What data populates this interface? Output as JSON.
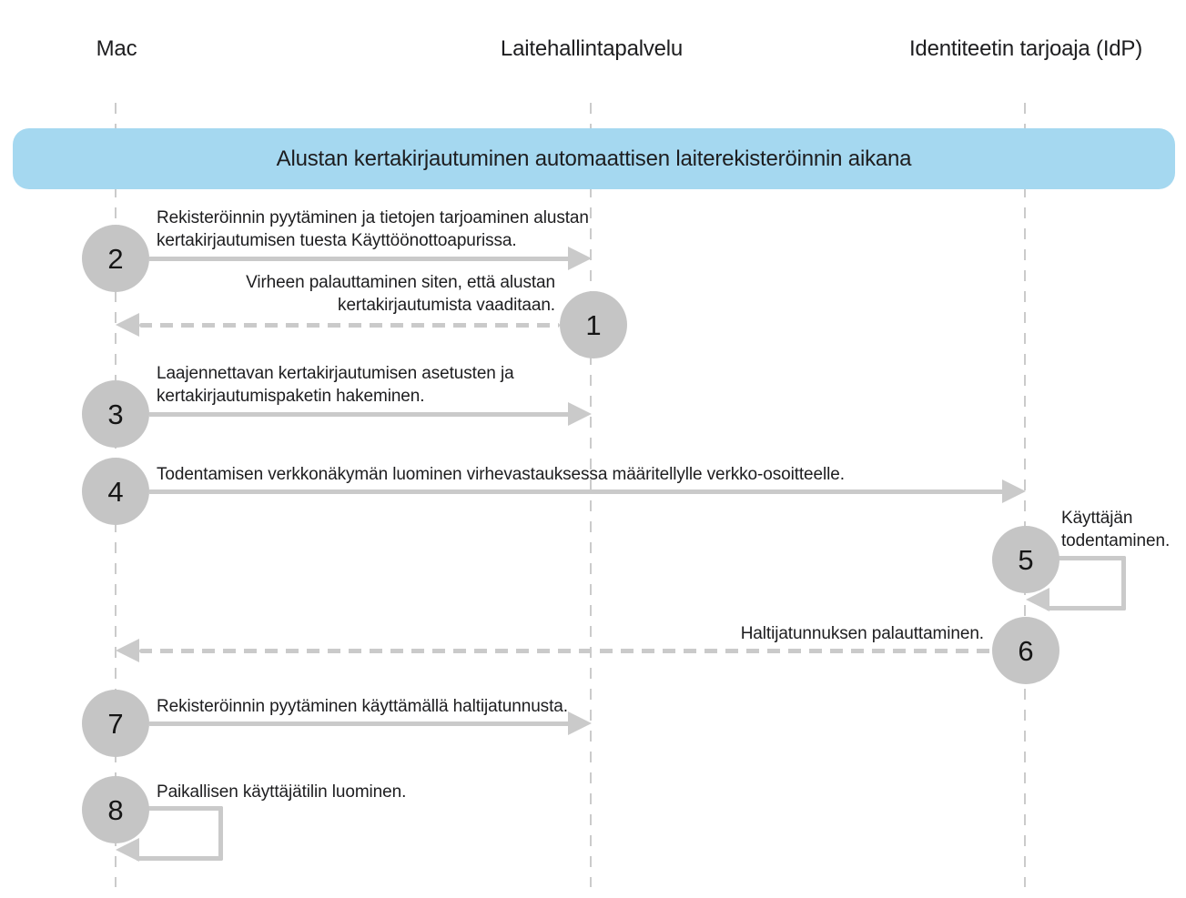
{
  "colors": {
    "banner_bg": "#a5d8f0",
    "banner_text": "#1d1d1f",
    "circle_fill": "#c5c5c5",
    "circle_text": "#161616",
    "connector": "#cacaca",
    "lifeline": "#cbcbcb",
    "text": "#1d1d1f"
  },
  "diagram": {
    "type": "sequence-diagram",
    "actors": [
      {
        "label": "Mac"
      },
      {
        "label": "Laitehallintapalvelu"
      },
      {
        "label": "Identiteetin tarjoaja (IdP)"
      }
    ],
    "banner": {
      "label": "Alustan kertakirjautuminen automaattisen laiterekisteröinnin aikana"
    },
    "steps": [
      {
        "number": "2",
        "label": "Rekisteröinnin pyytäminen ja tietojen tarjoaminen alustan\nkertakirjautumisen tuesta Käyttöönottoapurissa.",
        "from": "Mac",
        "to": "Laitehallintapalvelu",
        "kind": "solid-right"
      },
      {
        "number": "1",
        "label": "Virheen palauttaminen siten, että alustan\nkertakirjautumista vaaditaan.",
        "from": "Laitehallintapalvelu",
        "to": "Mac",
        "kind": "dashed-left"
      },
      {
        "number": "3",
        "label": "Laajennettavan kertakirjautumisen asetusten ja\nkertakirjautumispaketin hakeminen.",
        "from": "Mac",
        "to": "Laitehallintapalvelu",
        "kind": "solid-right"
      },
      {
        "number": "4",
        "label": "Todentamisen verkkonäkymän luominen virhevastauksessa määritellylle verkko-osoitteelle.",
        "from": "Mac",
        "to": "Identiteetin tarjoaja (IdP)",
        "kind": "solid-right"
      },
      {
        "number": "5",
        "label": "Käyttäjän\ntodentaminen.",
        "from": "Identiteetin tarjoaja (IdP)",
        "to": "Identiteetin tarjoaja (IdP)",
        "kind": "self-loop"
      },
      {
        "number": "6",
        "label": "Haltijatunnuksen palauttaminen.",
        "from": "Identiteetin tarjoaja (IdP)",
        "to": "Mac",
        "kind": "dashed-left"
      },
      {
        "number": "7",
        "label": "Rekisteröinnin pyytäminen käyttämällä haltijatunnusta.",
        "from": "Mac",
        "to": "Laitehallintapalvelu",
        "kind": "solid-right"
      },
      {
        "number": "8",
        "label": "Paikallisen käyttäjätilin luominen.",
        "from": "Mac",
        "to": "Mac",
        "kind": "self-loop"
      }
    ]
  }
}
